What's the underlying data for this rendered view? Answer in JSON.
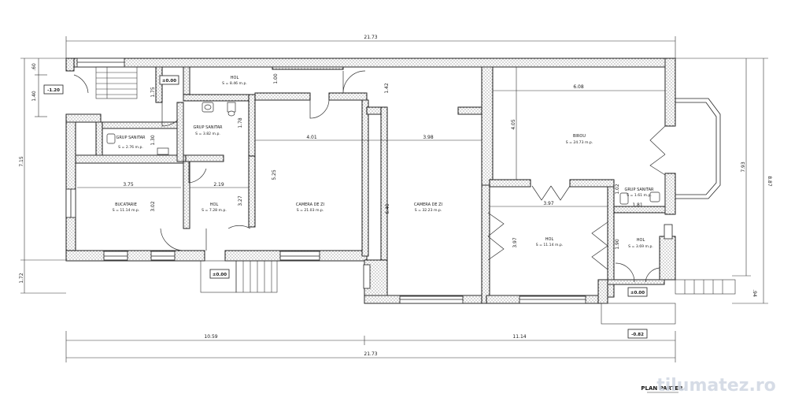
{
  "plan_title": "PLAN PARTER",
  "watermark": "tilumatez.ro",
  "rooms": {
    "hol_top": {
      "name": "HOL",
      "area": "S = 8.46 m.p."
    },
    "grup_sanitar_mic": {
      "name": "GRUP SANITAR",
      "area": "S = 2.76 m.p."
    },
    "grup_sanitar": {
      "name": "GRUP SANITAR",
      "area": "S = 3.82 m.p."
    },
    "bucatarie": {
      "name": "BUCATARIE",
      "area": "S = 11.14 m.p."
    },
    "hol_left": {
      "name": "HOL",
      "area": "S = 7.28 m.p."
    },
    "camera_zi_1": {
      "name": "CAMERA DE ZI",
      "area": "S = 21.03 m.p."
    },
    "camera_zi_2": {
      "name": "CAMERA DE ZI",
      "area": "S = 32.23 m.p."
    },
    "birou": {
      "name": "BIROU",
      "area": "S = 24.73 m.p."
    },
    "hol_center": {
      "name": "HOL",
      "area": "S = 11.14 m.p."
    },
    "grup_sanitar_right": {
      "name": "GRUP SANITAR",
      "area": "S = 1.61 m.p."
    },
    "hol_right": {
      "name": "HOL",
      "area": "S = 3.69 m.p."
    }
  },
  "dimensions": {
    "top_total": "21.73",
    "bottom_total": "21.73",
    "bottom_left": "10.59",
    "bottom_right": "11.14",
    "left_upper": "7.15",
    "left_lower": "1.72",
    "left_a": "1.40",
    "left_b": ".60",
    "right_inner": "7.93",
    "right_outer": "8.87",
    "right_small": ".94",
    "d_3_75": "3.75",
    "d_3_02": "3.02",
    "d_1_30": "1.30",
    "d_1_75": "1.75",
    "d_1_00": "1.00",
    "d_1_78": "1.78",
    "d_2_19": "2.19",
    "d_3_27": "3.27",
    "d_5_25": "5.25",
    "d_4_01": "4.01",
    "d_1_42": "1.42",
    "d_6_40": "6.40",
    "d_3_98": "3.98",
    "d_6_08": "6.08",
    "d_4_05": "4.05",
    "d_3_97_h": "3.97",
    "d_3_97_v": "3.97",
    "d_1_02": "1.02",
    "d_1_81": "1.81",
    "d_1_90": "1.90"
  },
  "levels": {
    "entry_top": "±0.00",
    "stair_left": "-1.20",
    "bottom_left": "±0.00",
    "bottom_right": "±0.00",
    "bottom_right_low": "-0.82"
  }
}
